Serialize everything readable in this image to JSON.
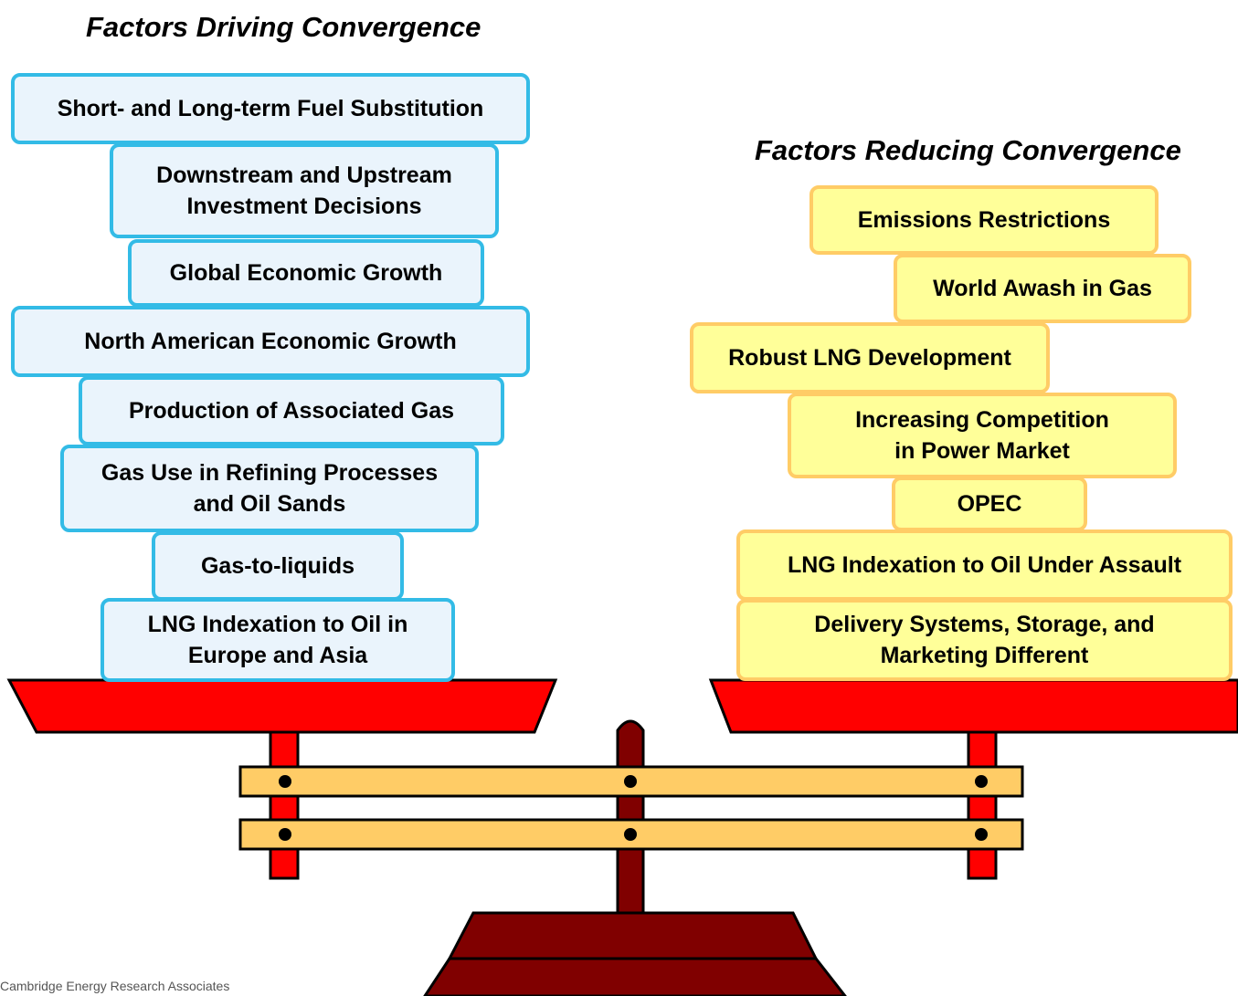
{
  "left_heading": "Factors Driving Convergence",
  "right_heading": "Factors Reducing Convergence",
  "left_factors": [
    "Short- and Long-term Fuel Substitution",
    "Downstream and Upstream\nInvestment Decisions",
    "Global Economic Growth",
    "North American Economic Growth",
    "Production of Associated Gas",
    "Gas Use in Refining Processes\nand Oil Sands",
    "Gas-to-liquids",
    "LNG Indexation to Oil in\nEurope and Asia"
  ],
  "right_factors": [
    "Emissions Restrictions",
    "World Awash in Gas",
    "Robust LNG Development",
    "Increasing Competition\nin Power Market",
    "OPEC",
    "LNG Indexation to Oil Under Assault",
    "Delivery Systems, Storage, and\nMarketing Different"
  ],
  "credit": "Cambridge Energy Research Associates",
  "colors": {
    "left_box_fill": "#eaf4fc",
    "left_box_border": "#33bbe6",
    "right_box_fill": "#ffff99",
    "right_box_border": "#ffcc66",
    "pan": "#ff0000",
    "post": "#800000",
    "bar": "#ffcc66"
  }
}
